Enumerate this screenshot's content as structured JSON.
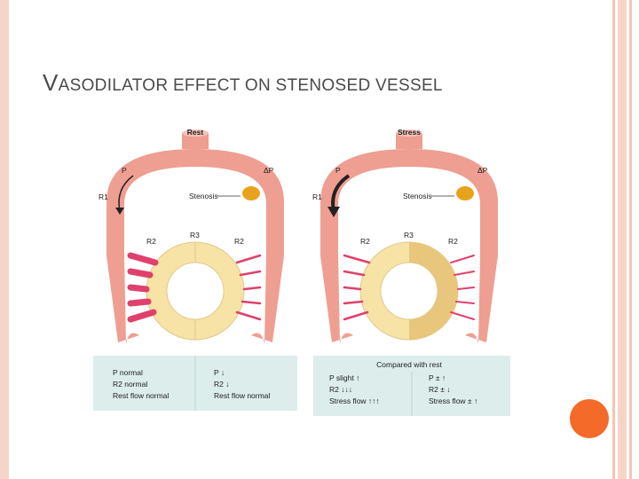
{
  "slide": {
    "title_first_letter": "V",
    "title_rest": "ASODILATOR EFFECT ON STENOSED VESSEL",
    "accent_color": "#f46a28",
    "frame_color": "#f6d5c8"
  },
  "diagram": {
    "panels": [
      {
        "title": "Rest",
        "label_p": "P",
        "label_dp": "ΔP",
        "label_r1": "R1",
        "label_stenosis": "Stenosis",
        "label_r2_left": "R2",
        "label_r3": "R3",
        "label_r2_right": "R2",
        "legend": {
          "header": "",
          "left": [
            "P normal",
            "R2 normal",
            "Rest flow normal"
          ],
          "right": [
            "P ↓",
            "R2 ↓",
            "Rest flow normal"
          ]
        }
      },
      {
        "title": "Stress",
        "label_p": "P",
        "label_dp": "ΔP",
        "label_r1": "R1",
        "label_stenosis": "Stenosis",
        "label_r2_left": "R2",
        "label_r3": "R3",
        "label_r2_right": "R2",
        "legend": {
          "header": "Compared with rest",
          "left": [
            "P slight ↑",
            "R2 ↓↓↓",
            "Stress flow ↑↑↑"
          ],
          "right": [
            "P ± ↑",
            "R2 ± ↓",
            "Stress flow ± ↑"
          ]
        }
      }
    ],
    "colors": {
      "vessel": "#ef9e92",
      "vessel_light": "#f6c2b8",
      "myocardium_light": "#f7e3a6",
      "myocardium_dark": "#e8c67c",
      "arteriole": "#e0406c",
      "stenosis": "#e8a21c",
      "legend_bg": "#dcedec"
    }
  }
}
